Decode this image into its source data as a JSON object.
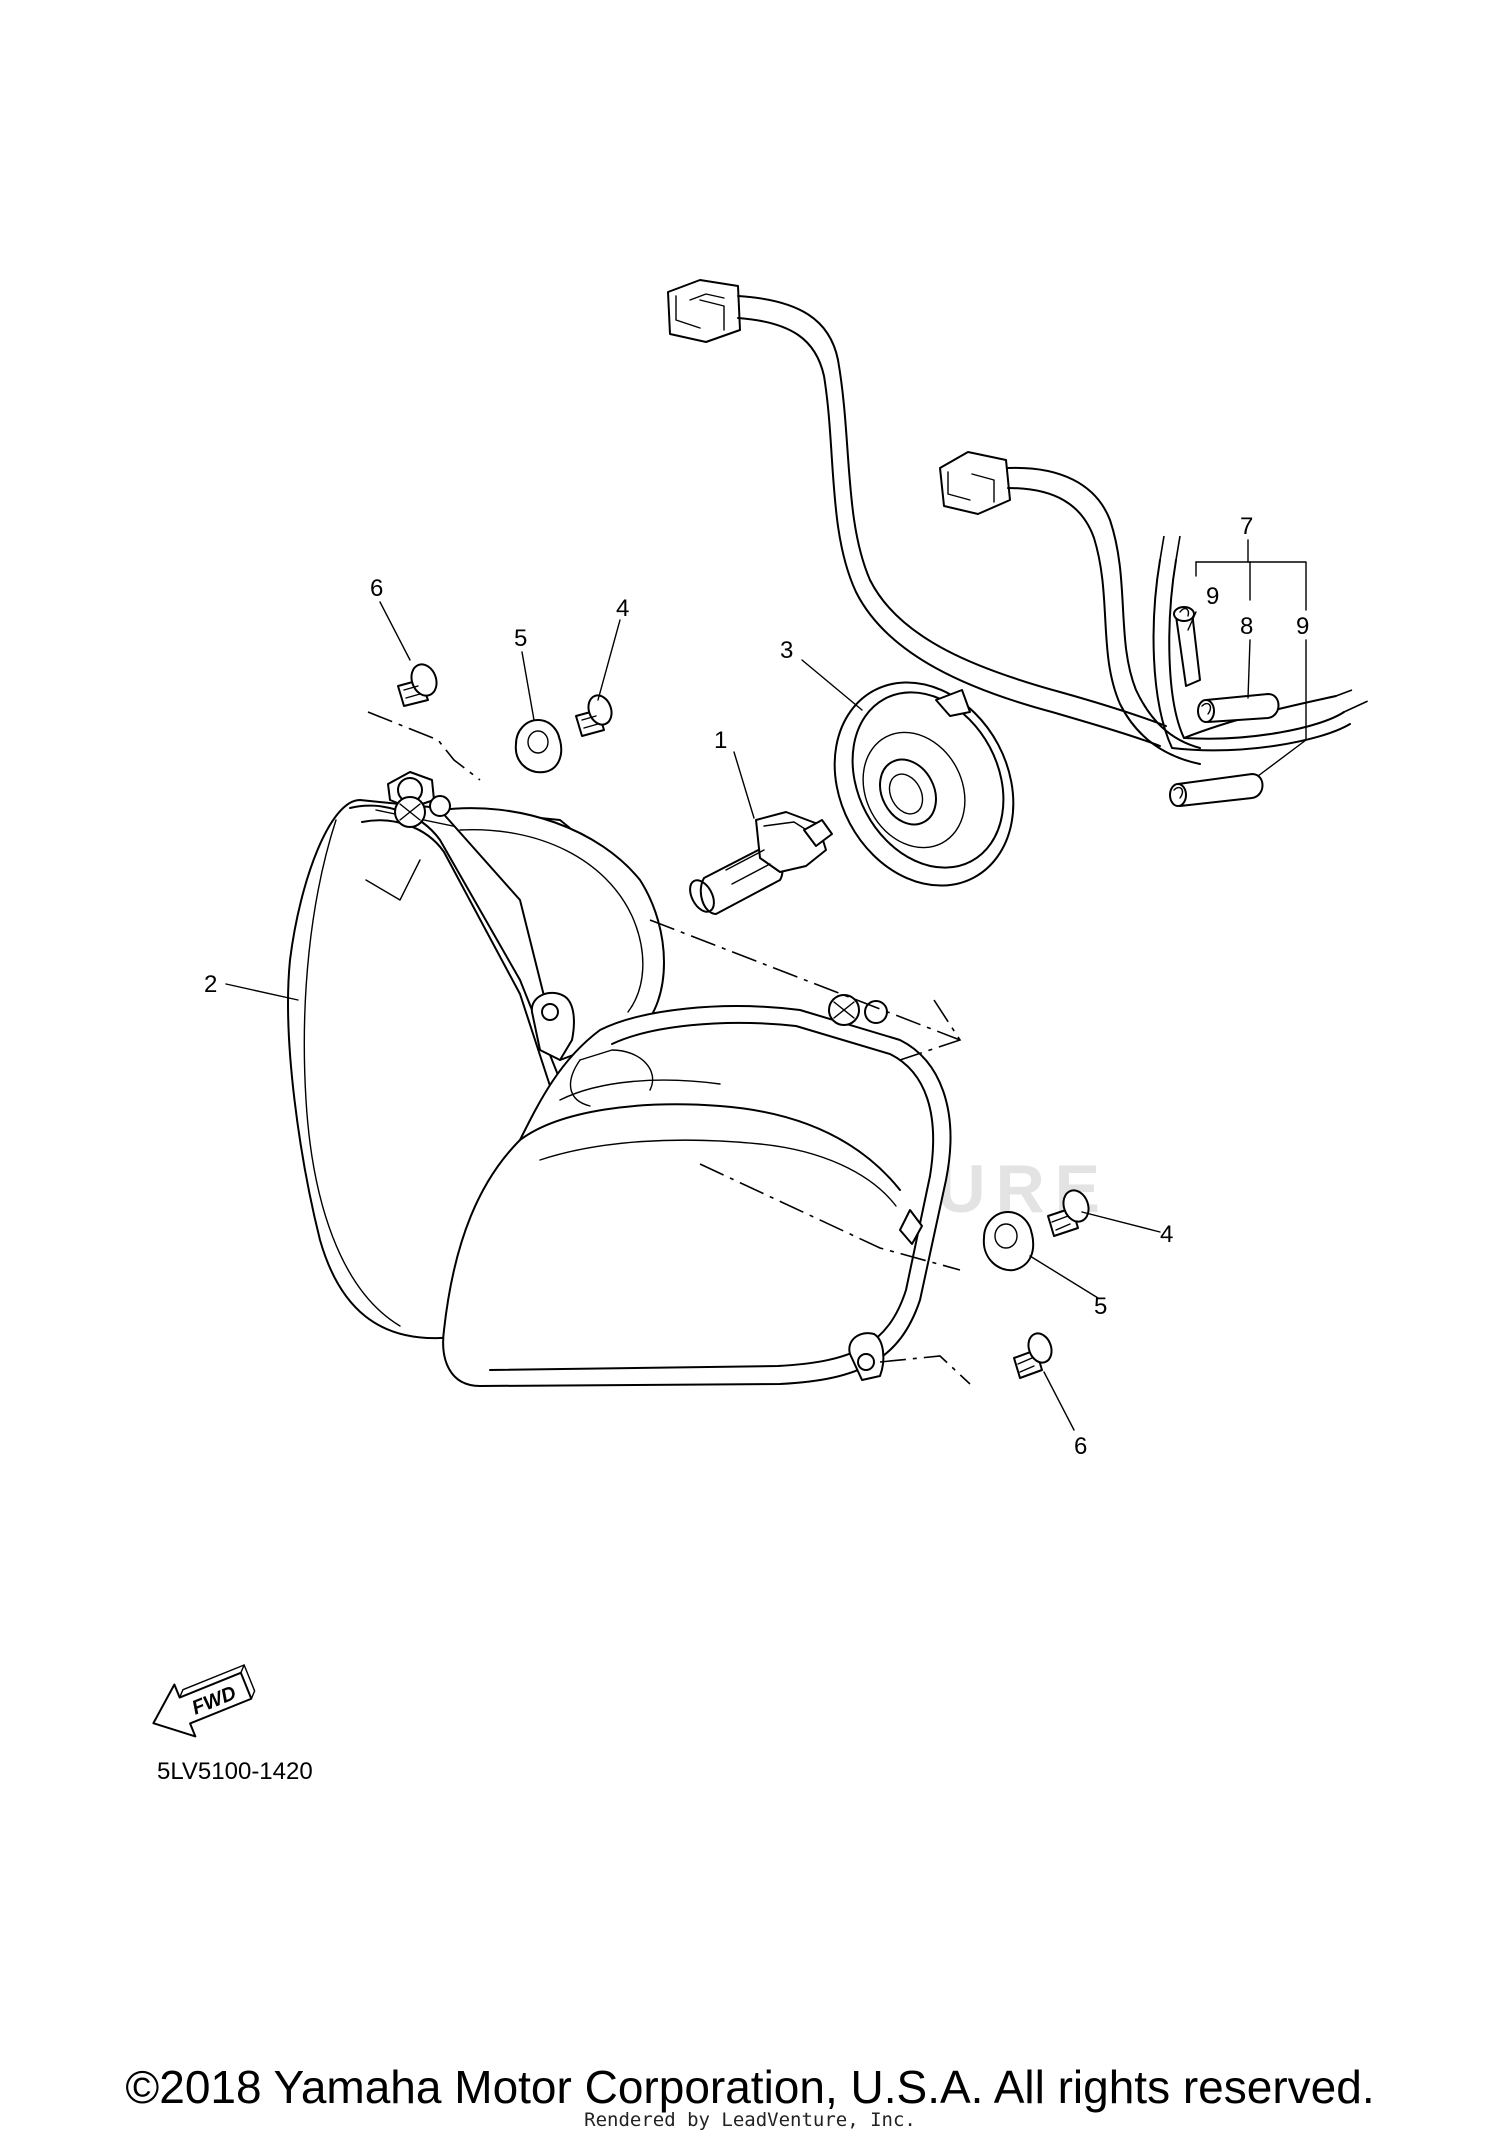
{
  "watermark": "LEADVENTURE",
  "fwd_label": "FWD",
  "diagram_code": "5LV5100-1420",
  "callouts": [
    "1",
    "2",
    "3",
    "4",
    "5",
    "6",
    "4",
    "5",
    "6",
    "7",
    "8",
    "9",
    "9"
  ],
  "copyright": "©2018 Yamaha Motor Corporation, U.S.A. All rights reserved.",
  "rendered_by": "Rendered by LeadVenture, Inc."
}
